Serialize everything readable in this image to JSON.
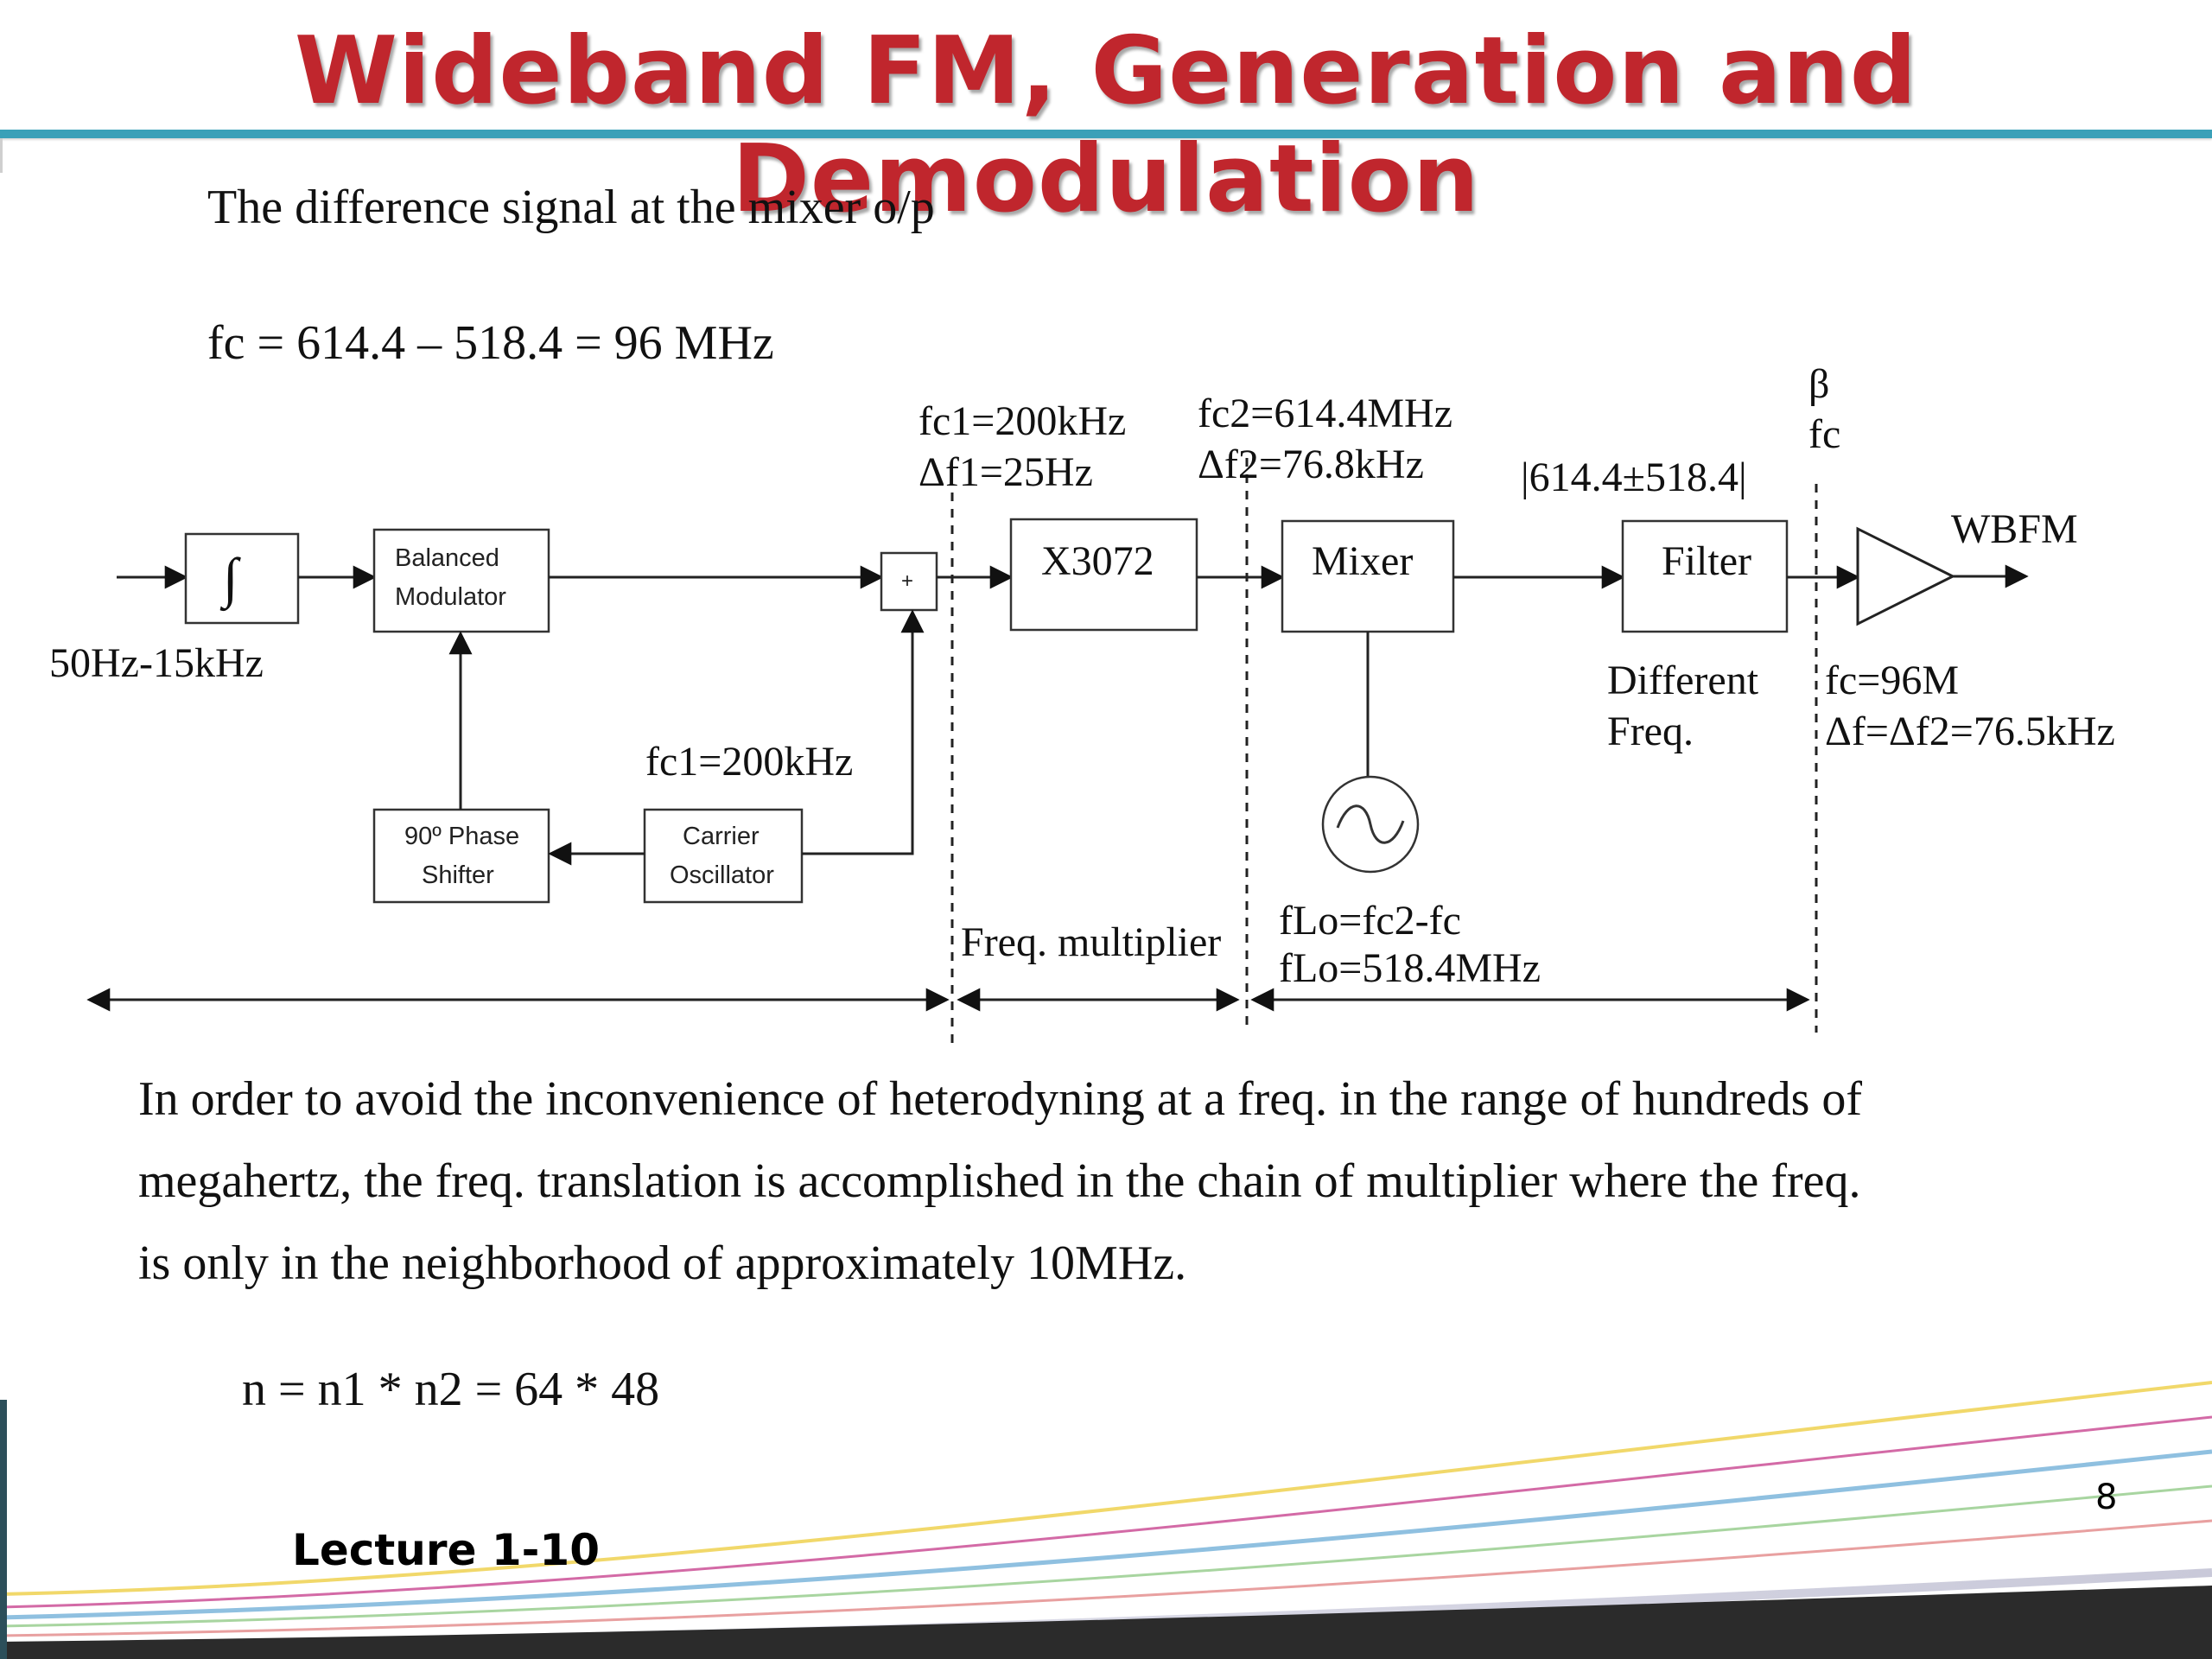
{
  "slide": {
    "title": "Wideband FM, Generation and Demodulation",
    "intro_line": "The difference signal at the mixer o/p",
    "equation": "fc = 614.4 – 518.4 = 96 MHz",
    "paragraph_lines": [
      "In order to avoid the inconvenience of heterodyning at a freq. in the range of hundreds of",
      "megahertz, the freq. translation is accomplished in the chain of multiplier where the freq.",
      "is only in the neighborhood of approximately 10MHz."
    ],
    "n_equation": "n = n1 * n2 = 64 * 48",
    "footer": "Lecture 1-10",
    "page_number": "8"
  },
  "diagram": {
    "blocks": {
      "integrator": "∫",
      "balanced_modulator_line1": "Balanced",
      "balanced_modulator_line2": "Modulator",
      "adder": "+",
      "multiplier": "X3072",
      "mixer": "Mixer",
      "filter": "Filter",
      "phase_shifter_line1": "90º Phase",
      "phase_shifter_line2": "Shifter",
      "carrier_osc_line1": "Carrier",
      "carrier_osc_line2": "Oscillator"
    },
    "labels": {
      "input_range": "50Hz-15kHz",
      "fc1_top": "fc1=200kHz",
      "df1": "Δf1=25Hz",
      "fc2": "fc2=614.4MHz",
      "df2": "Δf2=76.8kHz",
      "abs_expr": "|614.4±518.4|",
      "beta": "β",
      "fc_top": "fc",
      "wbfm": "WBFM",
      "diff_line1": "Different",
      "diff_line2": "Freq.",
      "fc_out": "fc=96M",
      "df_out": "Δf=Δf2=76.5kHz",
      "fc1_osc": "fc1=200kHz",
      "freq_multiplier": "Freq. multiplier",
      "flo_line1": "fLo=fc2-fc",
      "flo_line2": "fLo=518.4MHz"
    },
    "colors": {
      "title": "#c0262d",
      "rule": "#3aa0b8",
      "stroke": "#222222"
    }
  }
}
